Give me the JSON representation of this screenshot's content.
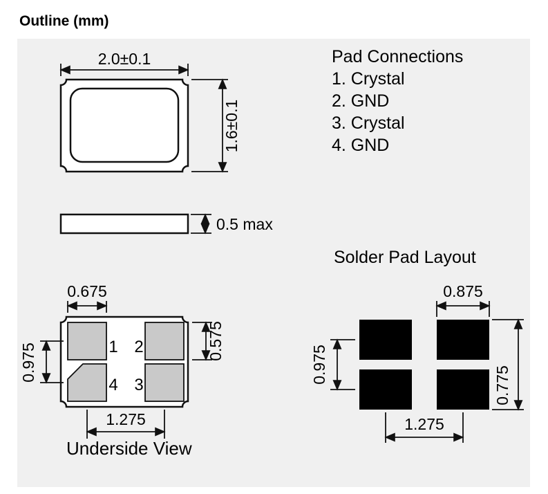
{
  "title": "Outline (mm)",
  "top_view": {
    "width_dim": "2.0±0.1",
    "height_dim": "1.6±0.1"
  },
  "pad_connections": {
    "title": "Pad Connections",
    "items": [
      "1. Crystal",
      "2. GND",
      "3. Crystal",
      "4. GND"
    ]
  },
  "side_view": {
    "thickness_dim": "0.5 max"
  },
  "underside_view": {
    "caption": "Underside View",
    "pad_width_dim": "0.675",
    "vertical_pitch_dim": "0.975",
    "pad_height_dim": "0.575",
    "horizontal_pitch_dim": "1.275",
    "pad_numbers": {
      "p1": "1",
      "p2": "2",
      "p3": "3",
      "p4": "4"
    }
  },
  "solder_pad_layout": {
    "title": "Solder Pad Layout",
    "pad_width_dim": "0.875",
    "vertical_pitch_dim": "0.975",
    "pad_height_dim": "0.775",
    "horizontal_pitch_dim": "1.275"
  },
  "colors": {
    "panel_bg": "#f0f0f0",
    "pad_fill_gray": "#c9c9c9",
    "pad_fill_black": "#000000",
    "line": "#111111"
  }
}
